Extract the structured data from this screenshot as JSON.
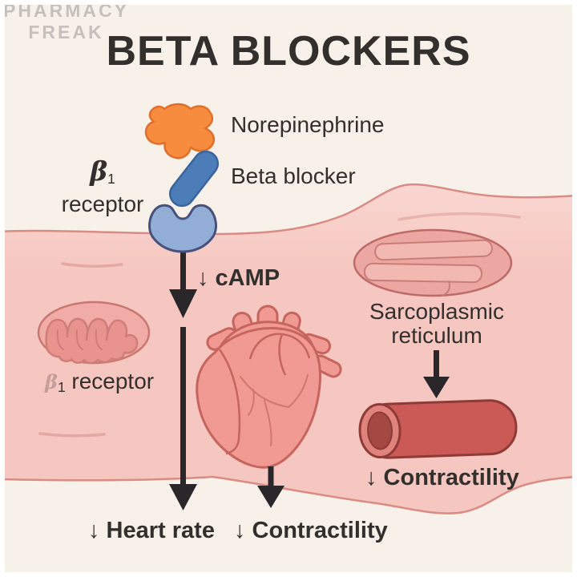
{
  "title": "BETA BLOCKERS",
  "ligands": {
    "norepinephrine_label": "Norepinephrine",
    "beta_blocker_label": "Beta blocker"
  },
  "receptor": {
    "beta": "β",
    "subscript": "1",
    "word": "receptor"
  },
  "mito_receptor": {
    "faint_beta": "β",
    "subscript": "1",
    "word": "receptor"
  },
  "pathway": {
    "camp_label": "↓ cAMP",
    "heart_rate_label": "↓ Heart rate",
    "contractility_label": "↓ Contractility"
  },
  "sarcoplasmic_reticulum": {
    "label_line1": "Sarcoplasmic",
    "label_line2": "reticulum",
    "contractility_label": "↓ Contractility"
  },
  "watermark": {
    "line1": "PHARMACY",
    "line2": "FREAK"
  },
  "colors": {
    "bg": "#f8f1ea",
    "frame": "#ffffff",
    "text": "#332f2d",
    "arrow": "#2a272b",
    "membrane-top": "#f9d6d0",
    "membrane": "#f6c6c0",
    "membrane-edge": "#d98b84",
    "crease": "#e0a09a",
    "orange": "#f78c3e",
    "orange-dark": "#df6f2a",
    "blue": "#4c7db8",
    "blue-dark": "#3a649c",
    "cup": "#93aed6",
    "cup-dark": "#47517b",
    "organelle": "#f2aca7",
    "organelle-dark": "#c77871",
    "cristae": "#e9938e",
    "cristae-dark": "#d07d78",
    "heart": "#f09a93",
    "heart-dark": "#c5655e",
    "vein": "#d2766e",
    "sr": "#eda7a2",
    "sr-dark": "#bd6b66",
    "sr-bar": "#f2b8b2",
    "sr-bar-dark": "#c97d77",
    "tube": "#cb5955",
    "tube-dark": "#8e3b37",
    "tube-ring": "#e0837d",
    "tube-hole": "#a34843",
    "watermark": "#c6c0bc"
  }
}
